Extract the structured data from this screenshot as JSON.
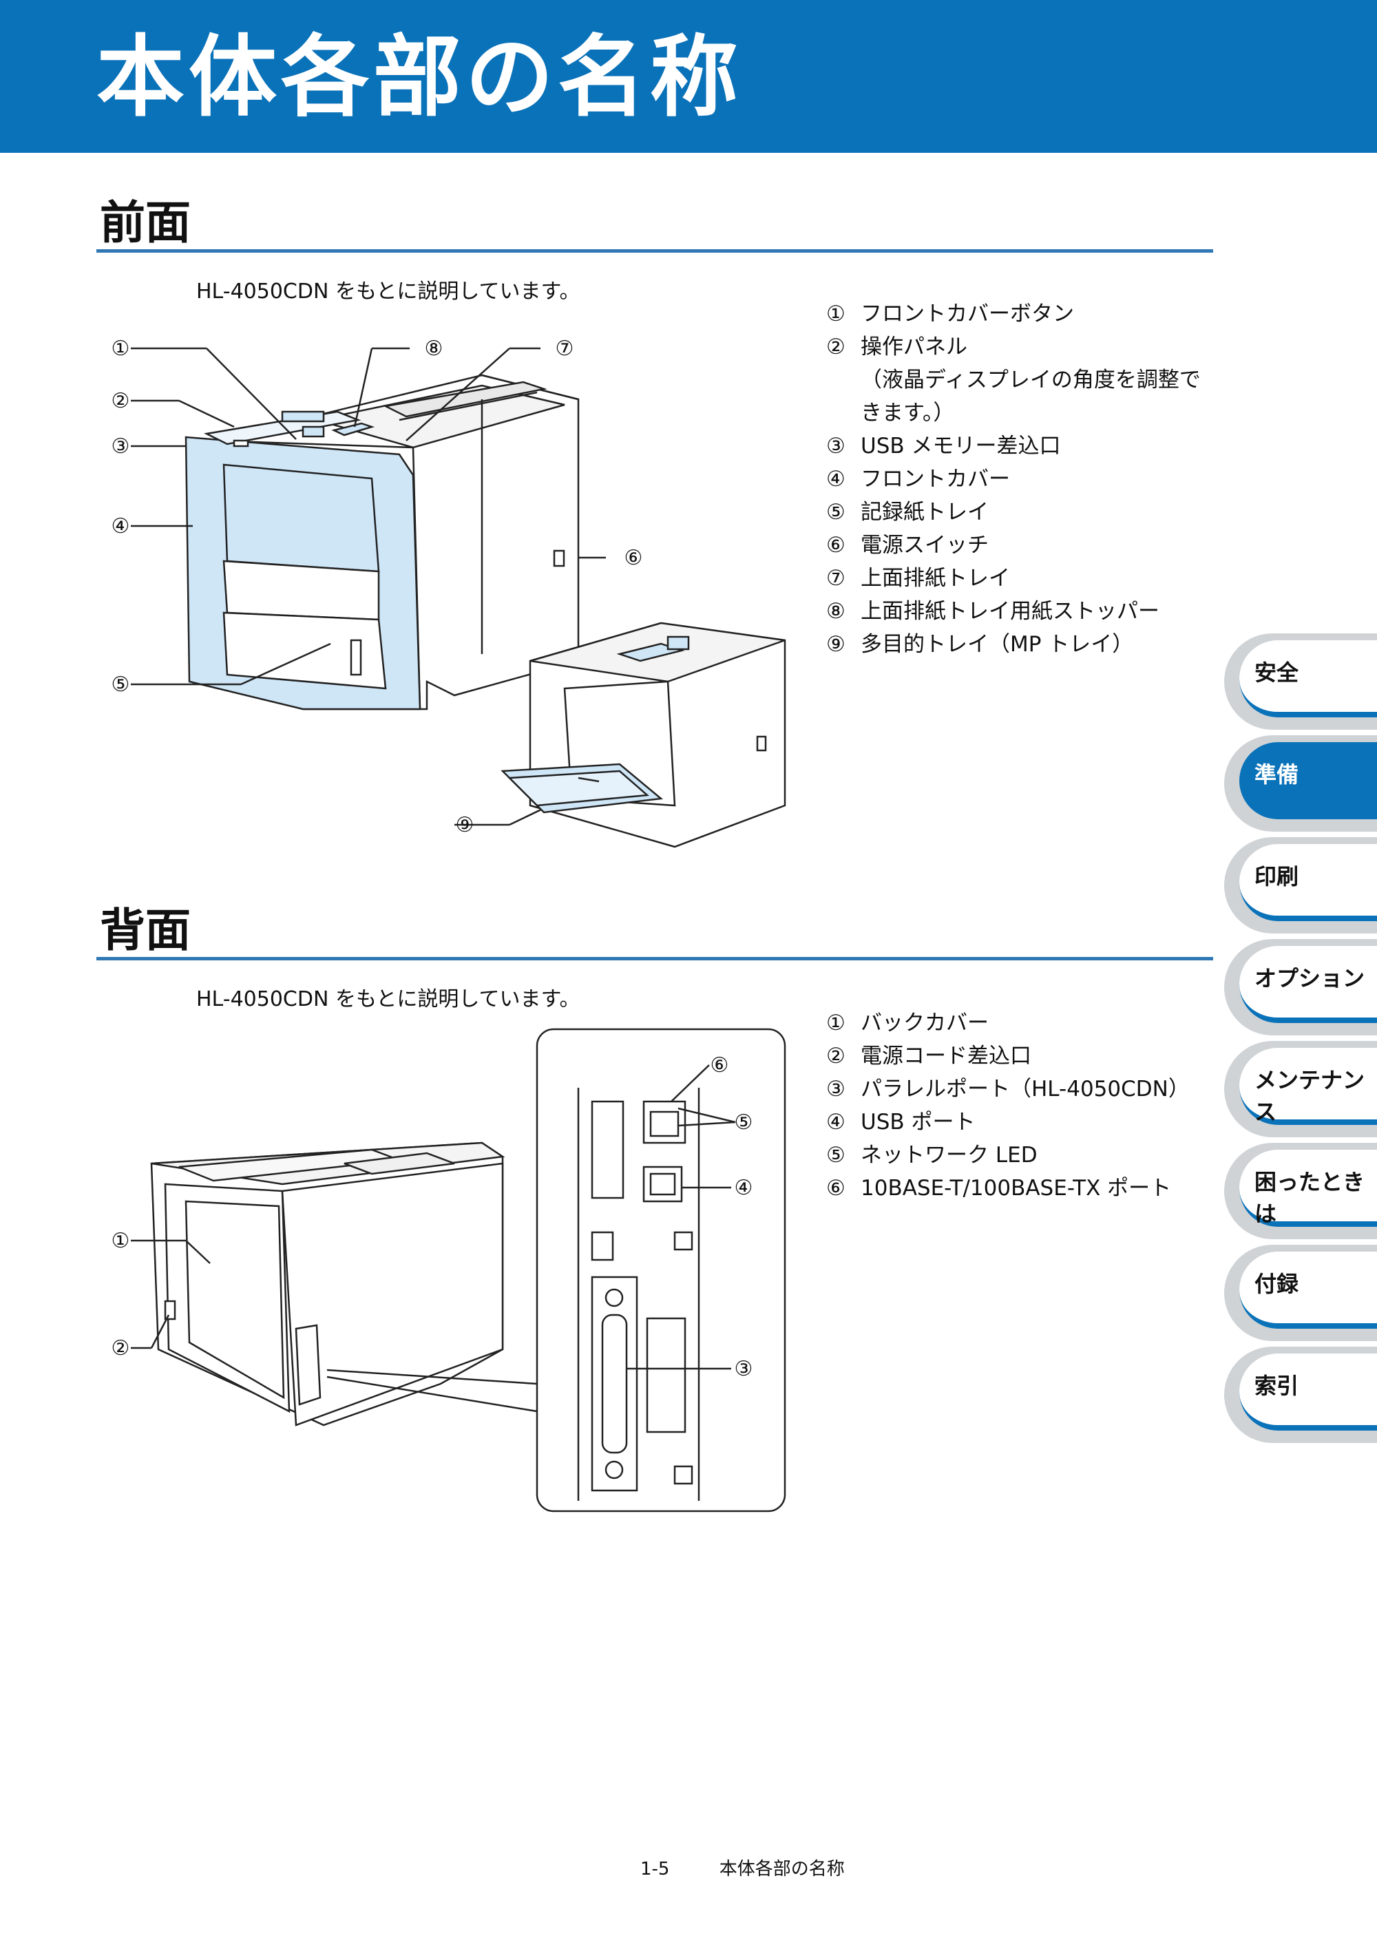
{
  "page_title": "本体各部の名称",
  "front": {
    "heading": "前面",
    "intro": "HL-4050CDN をもとに説明しています。",
    "items": [
      {
        "num": "①",
        "text": "フロントカバーボタン"
      },
      {
        "num": "②",
        "text": "操作パネル\n（液晶ディスプレイの角度を調整できます。）"
      },
      {
        "num": "③",
        "text": "USB メモリー差込口"
      },
      {
        "num": "④",
        "text": "フロントカバー"
      },
      {
        "num": "⑤",
        "text": "記録紙トレイ"
      },
      {
        "num": "⑥",
        "text": "電源スイッチ"
      },
      {
        "num": "⑦",
        "text": "上面排紙トレイ"
      },
      {
        "num": "⑧",
        "text": "上面排紙トレイ用紙ストッパー"
      },
      {
        "num": "⑨",
        "text": "多目的トレイ（MP トレイ）"
      }
    ],
    "callouts": [
      "①",
      "②",
      "③",
      "④",
      "⑤",
      "⑥",
      "⑦",
      "⑧",
      "⑨"
    ]
  },
  "back": {
    "heading": "背面",
    "intro": "HL-4050CDN をもとに説明しています。",
    "items": [
      {
        "num": "①",
        "text": "バックカバー"
      },
      {
        "num": "②",
        "text": "電源コード差込口"
      },
      {
        "num": "③",
        "text": "パラレルポート（HL-4050CDN）"
      },
      {
        "num": "④",
        "text": "USB ポート"
      },
      {
        "num": "⑤",
        "text": "ネットワーク LED"
      },
      {
        "num": "⑥",
        "text": "10BASE-T/100BASE-TX ポート"
      }
    ],
    "callouts": [
      "①",
      "②",
      "③",
      "④",
      "⑤",
      "⑥"
    ]
  },
  "tabs": [
    {
      "label": "安全",
      "active": false
    },
    {
      "label": "準備",
      "active": true
    },
    {
      "label": "印刷",
      "active": false
    },
    {
      "label": "オプション",
      "active": false
    },
    {
      "label": "メンテナンス",
      "active": false
    },
    {
      "label": "困ったときは",
      "active": false
    },
    {
      "label": "付録",
      "active": false
    },
    {
      "label": "索引",
      "active": false
    }
  ],
  "footer": {
    "page": "1-5",
    "title": "本体各部の名称"
  },
  "colors": {
    "accent": "#0a72b9",
    "tab_gray": "#cfd3d6",
    "cover_blue": "#cfe6f7"
  }
}
